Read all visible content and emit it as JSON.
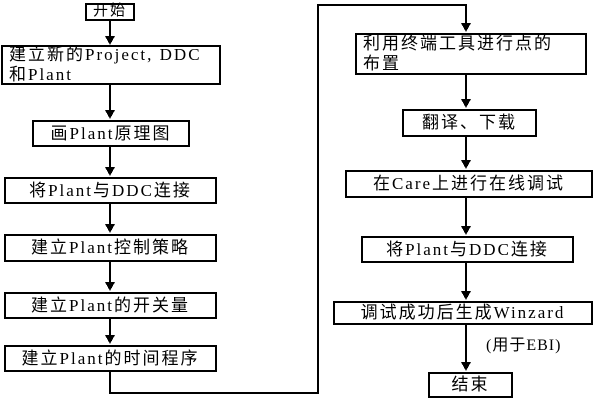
{
  "diagram": {
    "type": "flowchart",
    "background_color": "#ffffff",
    "line_color": "#000000",
    "box_fill_color": "#ffffff",
    "left_column": [
      {
        "label": "开始"
      },
      {
        "label": "建立新的Project, DDC\n和Plant"
      },
      {
        "label": "画Plant原理图"
      },
      {
        "label": "将Plant与DDC连接"
      },
      {
        "label": "建立Plant控制策略"
      },
      {
        "label": "建立Plant的开关量"
      },
      {
        "label": "建立Plant的时间程序"
      }
    ],
    "right_column": [
      {
        "label": "利用终端工具进行点的\n布置"
      },
      {
        "label": "翻译、下载"
      },
      {
        "label": "在Care上进行在线调试"
      },
      {
        "label": "将Plant与DDC连接"
      },
      {
        "label": "调试成功后生成Winzard"
      },
      {
        "label": "结束"
      }
    ],
    "annotation": "(用于EBI)"
  }
}
